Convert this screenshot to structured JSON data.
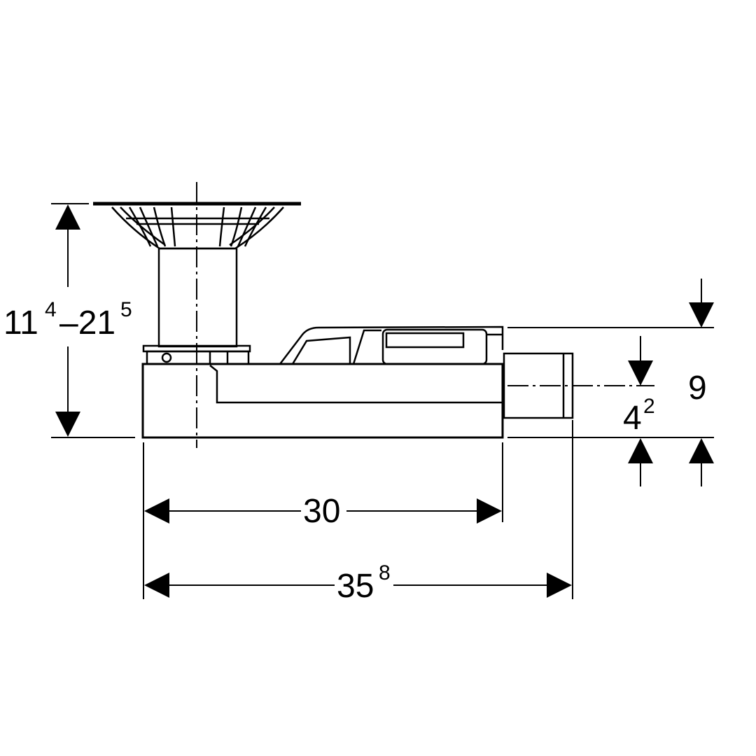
{
  "drawing": {
    "colors": {
      "line": "#000000",
      "background": "#ffffff"
    },
    "dimensions": {
      "height_range": {
        "min_main": "11",
        "min_sup": "4",
        "dash_max_main": "–21",
        "max_sup": "5"
      },
      "total_height": {
        "main": "9"
      },
      "outlet_center_height": {
        "main": "4",
        "sup": "2"
      },
      "body_length": {
        "main": "30"
      },
      "total_length": {
        "main": "35",
        "sup": "8"
      }
    }
  }
}
